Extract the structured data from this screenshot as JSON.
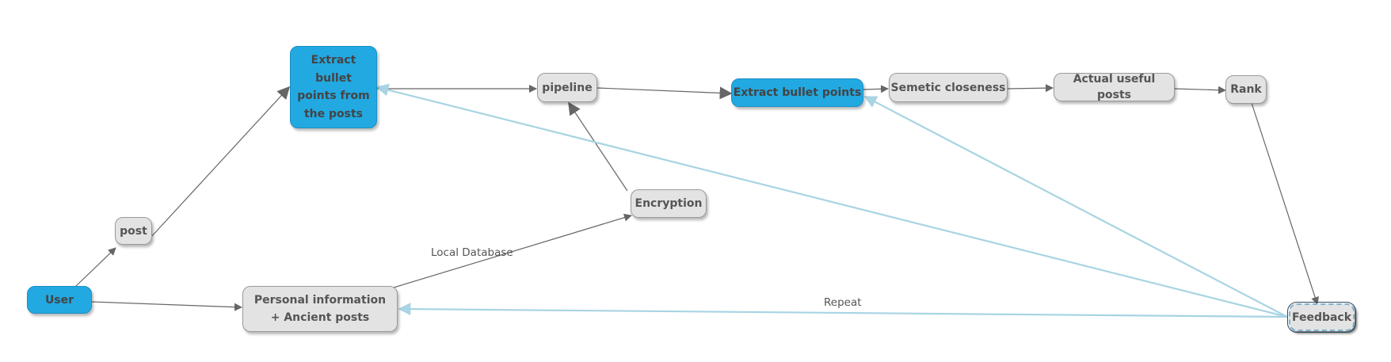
{
  "nodes": {
    "user": "User",
    "post": "post",
    "extract_from_posts": "Extract bullet points from the posts",
    "pipeline": "pipeline",
    "extract_bullet_points": "Extract bullet points",
    "semetic_closeness": "Semetic closeness",
    "actual_useful_posts": "Actual useful posts",
    "rank": "Rank",
    "encryption": "Encryption",
    "personal_info": "Personal information + Ancient posts",
    "feedback": "Feedback"
  },
  "edge_labels": {
    "local_database": "Local Database",
    "repeat": "Repeat"
  },
  "colors": {
    "node_blue": "#22a9e2",
    "node_gray": "#e3e3e3",
    "edge_dark": "#666666",
    "edge_light": "#a8d4e3",
    "text": "#555555"
  }
}
